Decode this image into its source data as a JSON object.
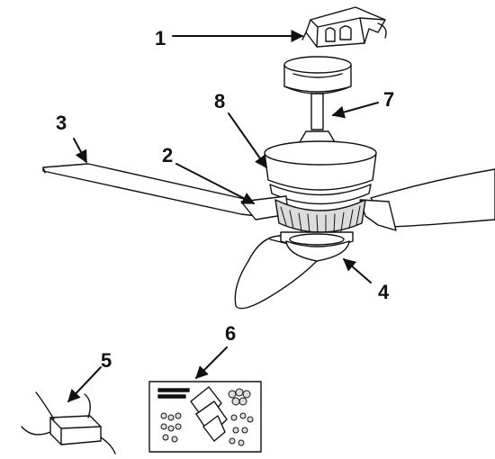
{
  "callouts": [
    {
      "id": "1",
      "label": "1"
    },
    {
      "id": "2",
      "label": "2"
    },
    {
      "id": "3",
      "label": "3"
    },
    {
      "id": "4",
      "label": "4"
    },
    {
      "id": "5",
      "label": "5"
    },
    {
      "id": "6",
      "label": "6"
    },
    {
      "id": "7",
      "label": "7"
    },
    {
      "id": "8",
      "label": "8"
    }
  ],
  "colors": {
    "line": "#111111",
    "fill": "#ffffff",
    "shade": "#dcdcdc"
  }
}
